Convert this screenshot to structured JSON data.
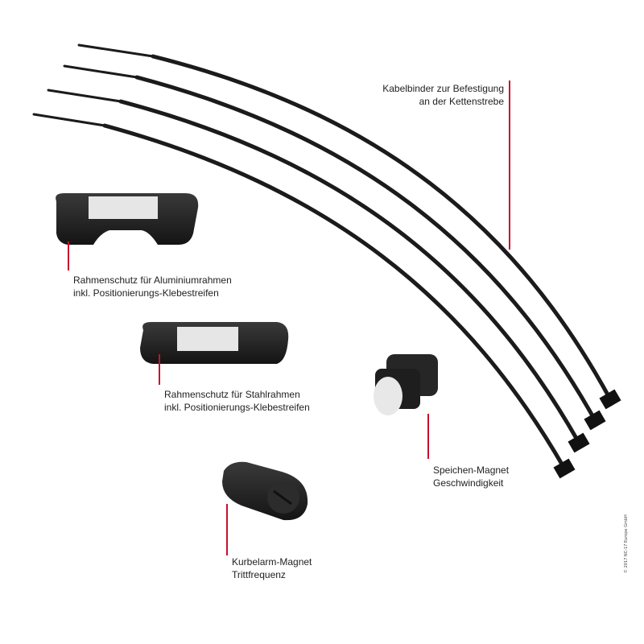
{
  "colors": {
    "background": "#ffffff",
    "callout_line": "#c8102e",
    "product_black": "#1b1b1b",
    "pad_white": "#e6e6e6"
  },
  "labels": {
    "cable_ties": {
      "line1": "Kabelbinder zur Befestigung",
      "line2": "an der Kettenstrebe"
    },
    "frame_protector_alu": {
      "line1": "Rahmenschutz für Aluminiumrahmen",
      "line2": "inkl. Positionierungs-Klebestreifen"
    },
    "frame_protector_steel": {
      "line1": "Rahmenschutz für Stahlrahmen",
      "line2": "inkl. Positionierungs-Klebestreifen"
    },
    "spoke_magnet": {
      "line1": "Speichen-Magnet",
      "line2": "Geschwindigkeit"
    },
    "crank_magnet": {
      "line1": "Kurbelarm-Magnet",
      "line2": "Trittfrequenz"
    }
  },
  "copyright": "© 2017 NC-17 Europe GmbH"
}
